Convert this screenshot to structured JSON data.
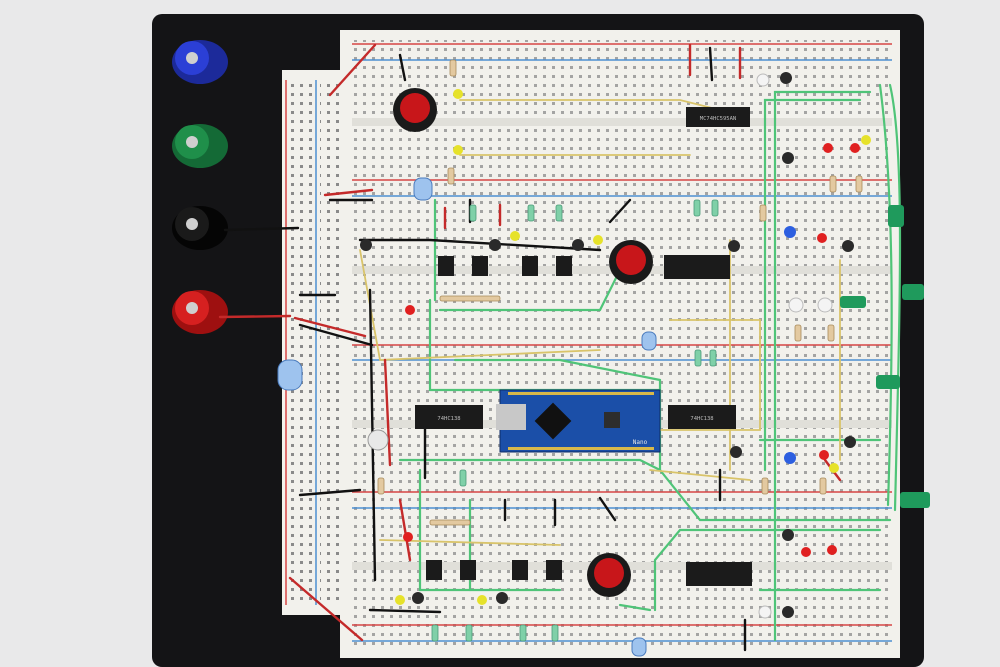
{
  "photo": {
    "background": "#e9e9ea",
    "base_plate": "#141416",
    "breadboard": "#f2f1ec",
    "rail_red": "#d64545",
    "rail_blue": "#4d8fd1",
    "wire_green": "#4fc478",
    "wire_red": "#c42a2a",
    "wire_black": "#111111",
    "wire_yellow": "#d9c46a"
  },
  "binding_posts": [
    {
      "color": "#2b3fd6",
      "icon": "blue-post-icon"
    },
    {
      "color": "#1f8f4a",
      "icon": "green-post-icon"
    },
    {
      "color": "#1a1a1a",
      "icon": "black-post-icon"
    },
    {
      "color": "#d62020",
      "icon": "red-post-icon"
    }
  ],
  "ic_labels": {
    "top": "MC74HC595AN",
    "left": "74HC138",
    "right": "74HC138"
  },
  "module": {
    "name": "Nano",
    "board_color": "#1b4fa8"
  }
}
